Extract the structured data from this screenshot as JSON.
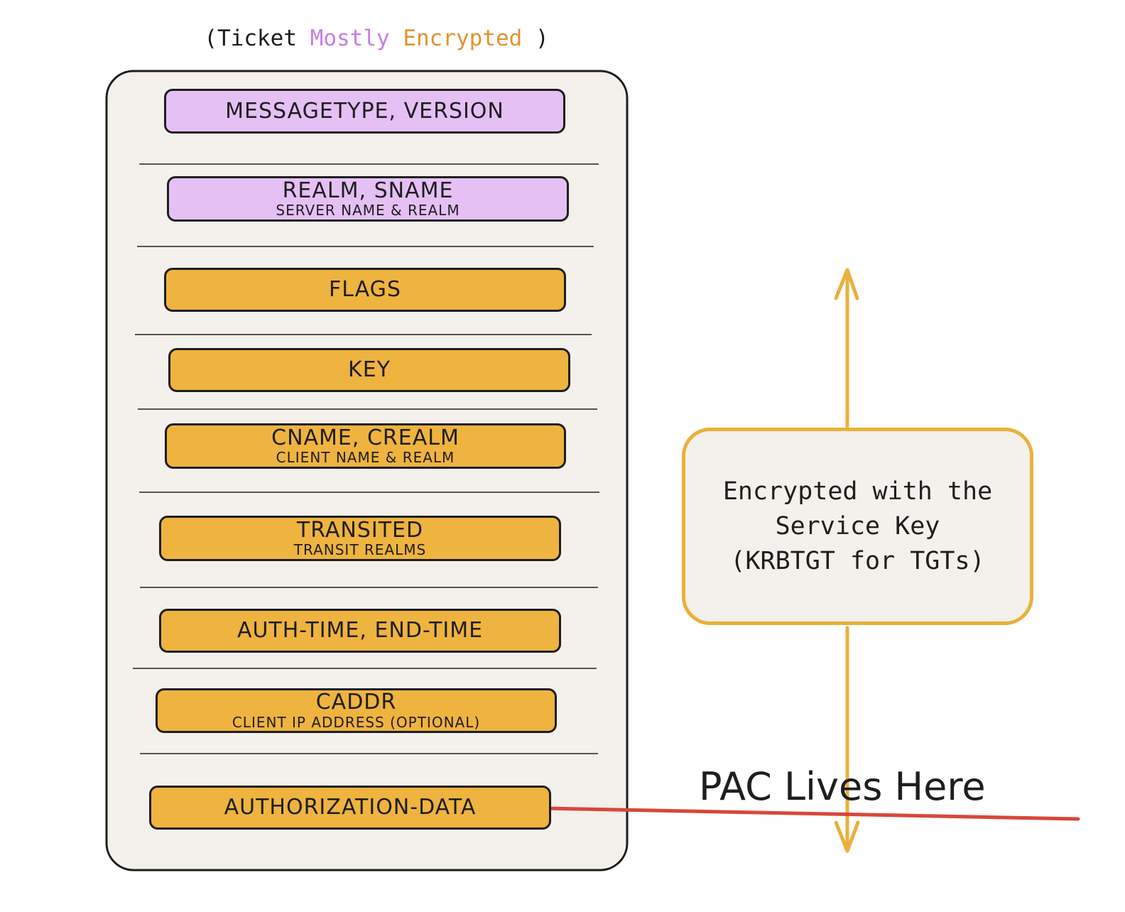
{
  "caption": {
    "open": "(Ticket",
    "mostly": "Mostly",
    "encrypted": "Encrypted",
    "close": ")"
  },
  "colors": {
    "purple": "#e5c0f5",
    "orange": "#efb33f",
    "arrow_yellow": "#eab03a",
    "arrow_red": "#d9463a",
    "panel": "#f4f0ec"
  },
  "fields": [
    {
      "label": "MESSAGETYPE, VERSION",
      "sub": "",
      "color": "purple"
    },
    {
      "label": "REALM, SNAME",
      "sub": "SERVER NAME & REALM",
      "color": "purple"
    },
    {
      "label": "FLAGS",
      "sub": "",
      "color": "orange"
    },
    {
      "label": "KEY",
      "sub": "",
      "color": "orange"
    },
    {
      "label": "CNAME, CREALM",
      "sub": "CLIENT NAME & REALM",
      "color": "orange"
    },
    {
      "label": "TRANSITED",
      "sub": "TRANSIT REALMS",
      "color": "orange"
    },
    {
      "label": "AUTH-TIME, END-TIME",
      "sub": "",
      "color": "orange"
    },
    {
      "label": "CADDR",
      "sub": "CLIENT IP ADDRESS (OPTIONAL)",
      "color": "orange"
    },
    {
      "label": "AUTHORIZATION-DATA",
      "sub": "",
      "color": "orange"
    }
  ],
  "note": {
    "text": "Encrypted with the\nService Key\n(KRBTGT for TGTs)"
  },
  "pac_label": "PAC Lives Here"
}
